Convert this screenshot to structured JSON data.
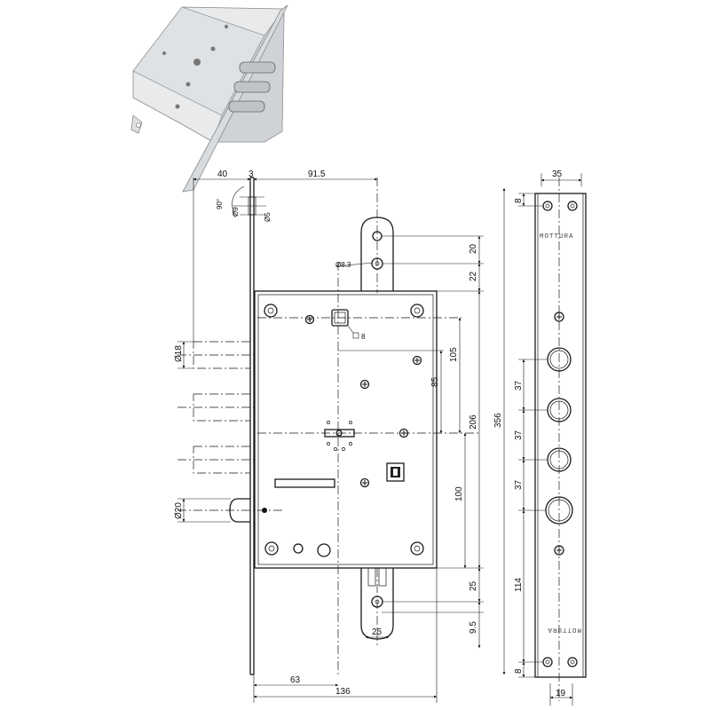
{
  "dimensions": {
    "d40": "40",
    "d3": "3",
    "d91_5": "91.5",
    "d35": "35",
    "d90deg": "90°",
    "d_phi9": "Ø9",
    "d_phi5": "Ø5",
    "d_phi8_3": "Ø8.3",
    "d_sq8": "8",
    "d20": "20",
    "d22": "22",
    "d105": "105",
    "d85": "85",
    "d206": "206",
    "d356": "356",
    "d_phi18": "Ø18",
    "d100": "100",
    "d25a": "25",
    "d_phi20": "Ø20",
    "d9_5": "9.5",
    "d25b": "25",
    "d63": "63",
    "d136": "136",
    "d8_top": "8",
    "d37a": "37",
    "d37b": "37",
    "d37c": "37",
    "d114": "114",
    "d8_bot": "8",
    "d19": "19"
  },
  "faceplate": {
    "brand_top": "MOTTURA",
    "brand_bottom": "MOTTURA"
  },
  "photo": {
    "kind": "lock-photo-icon"
  }
}
